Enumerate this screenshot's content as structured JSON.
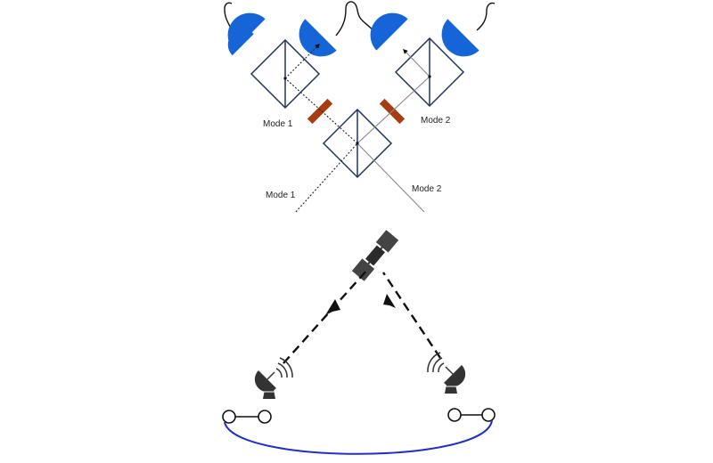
{
  "labels": {
    "mode1_upper": "Mode 1",
    "mode2_upper": "Mode 2",
    "mode1_lower": "Mode 1",
    "mode2_lower": "Mode 2"
  },
  "colors": {
    "detector": "#1565d8",
    "plate": "#a83c12",
    "line": "#223366",
    "fiber": "#1f2fcf",
    "ink": "#111111"
  },
  "icons": {
    "satellite": "satellite-icon",
    "ground_station": "satellite-dish-icon",
    "detector": "photodetector-icon"
  }
}
